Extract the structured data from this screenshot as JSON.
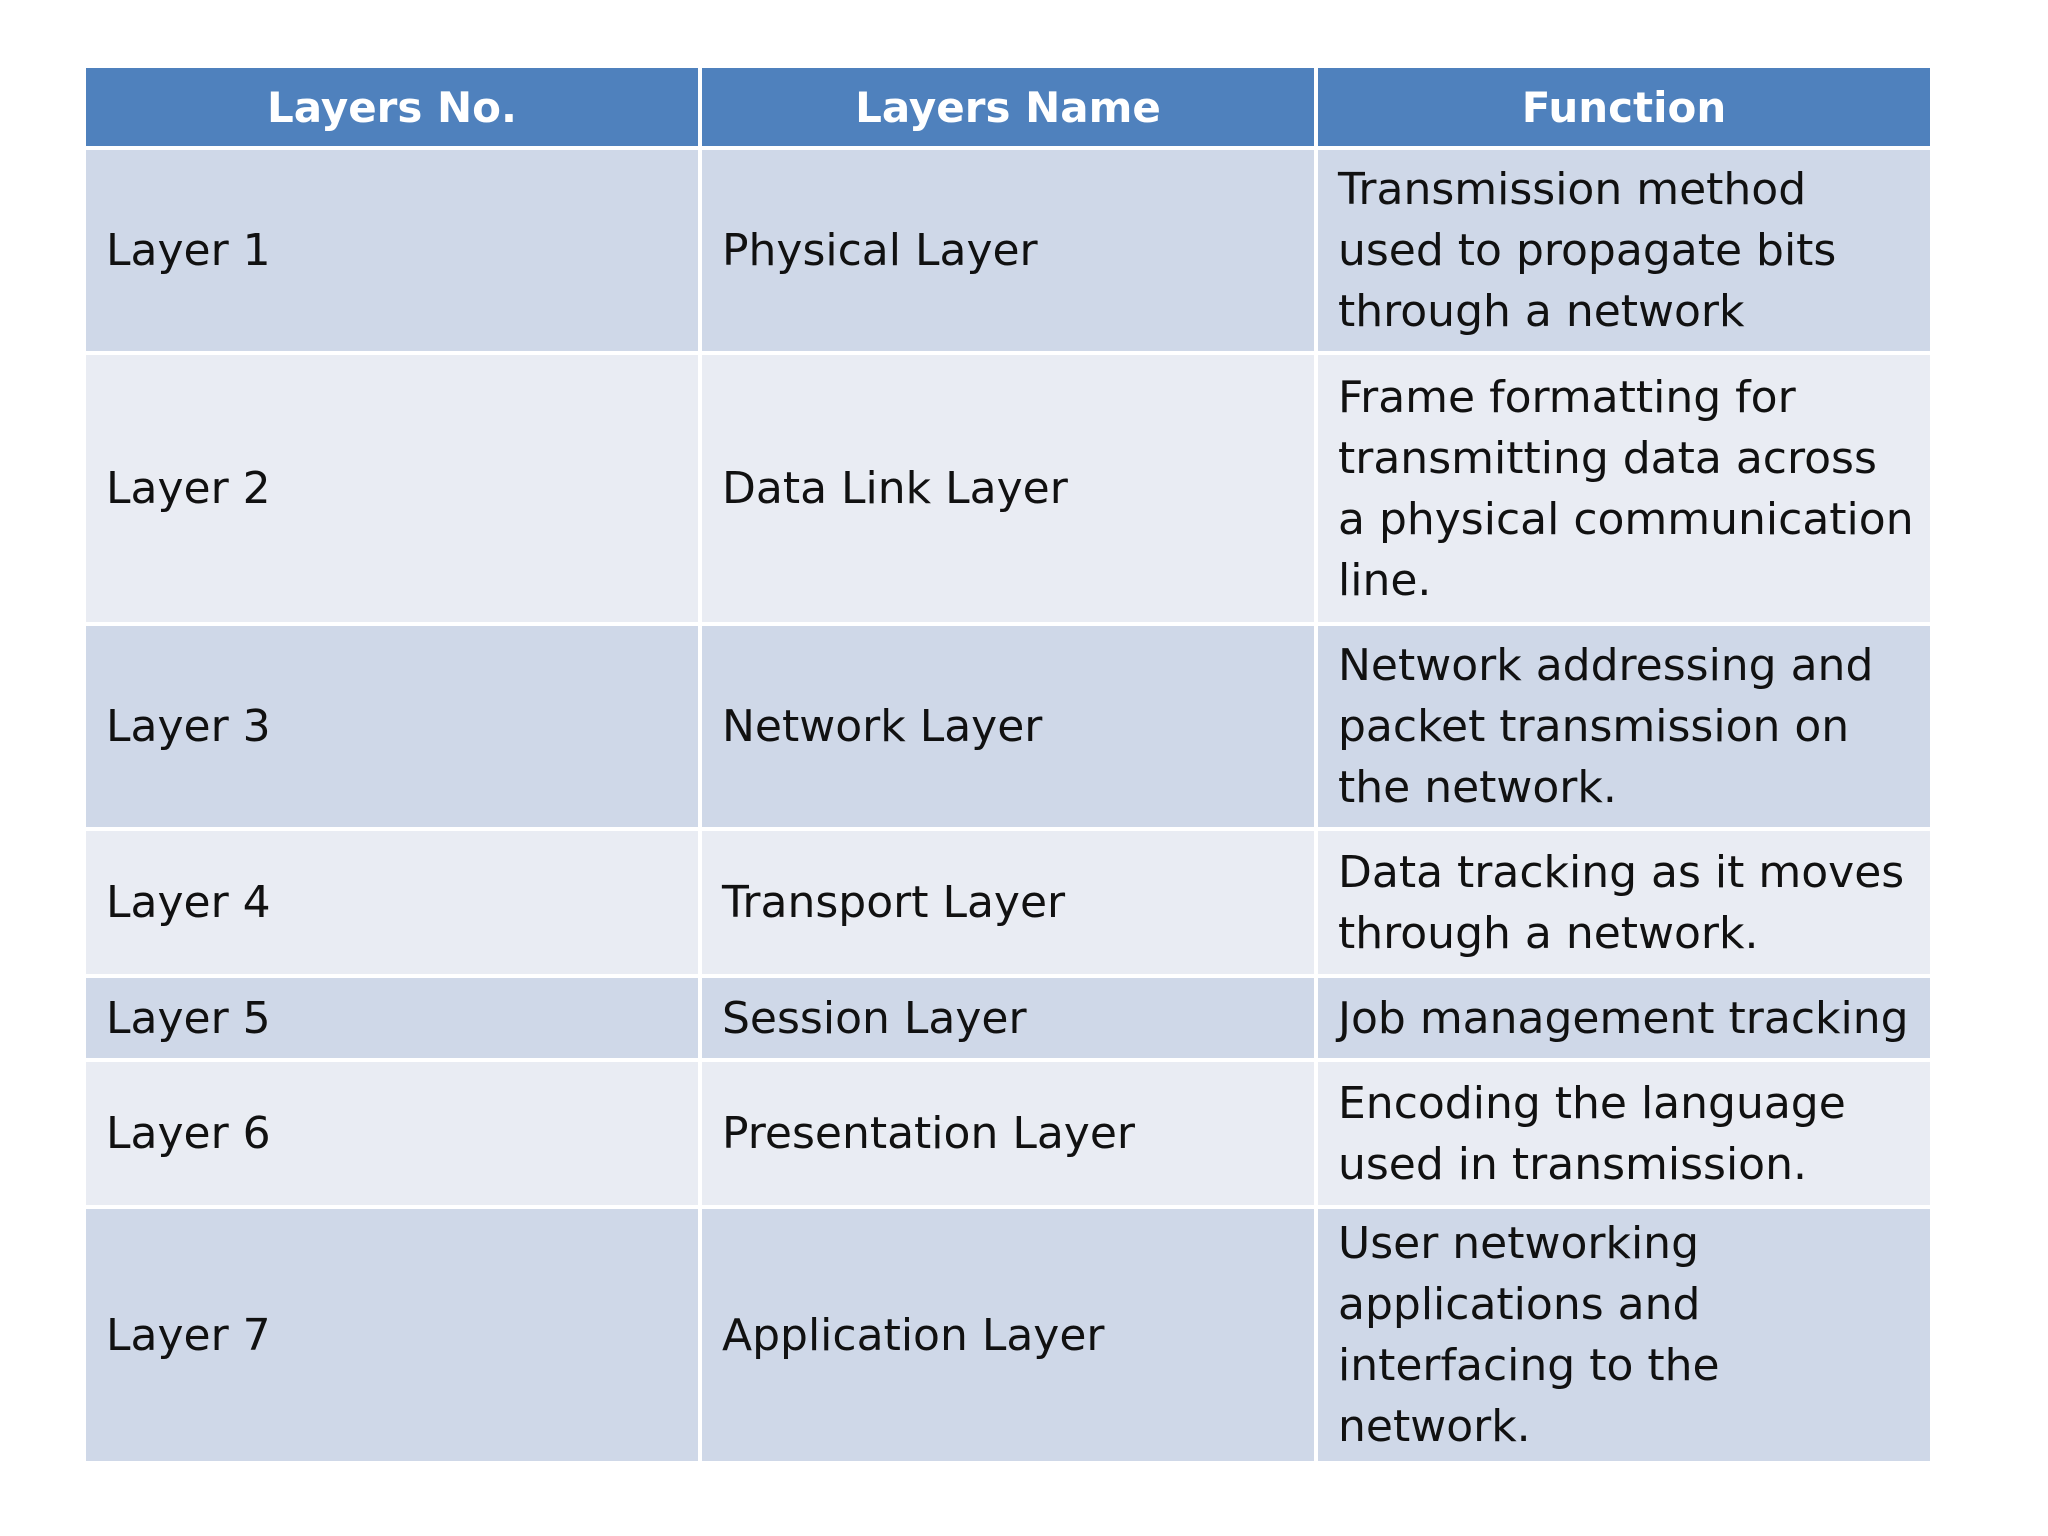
{
  "table": {
    "headers": [
      "Layers No.",
      "Layers Name",
      "Function"
    ],
    "rows": [
      {
        "no": "Layer 1",
        "name": "Physical Layer",
        "function": "Transmission method used to propagate bits through a network"
      },
      {
        "no": "Layer 2",
        "name": "Data Link Layer",
        "function": "Frame formatting for transmitting data across a physical communication line."
      },
      {
        "no": "Layer 3",
        "name": "Network Layer",
        "function": "Network addressing and packet transmission on the network."
      },
      {
        "no": "Layer 4",
        "name": "Transport Layer",
        "function": "Data tracking as it moves through a network."
      },
      {
        "no": "Layer 5",
        "name": "Session Layer",
        "function": "Job management tracking"
      },
      {
        "no": "Layer 6",
        "name": "Presentation Layer",
        "function": "Encoding the language used in transmission."
      },
      {
        "no": "Layer 7",
        "name": "Application Layer",
        "function": "User networking applications and interfacing to the network."
      }
    ]
  },
  "colors": {
    "header_bg": "#4f81bd",
    "row_odd_bg": "#cfd8e8",
    "row_even_bg": "#e9ecf3"
  }
}
